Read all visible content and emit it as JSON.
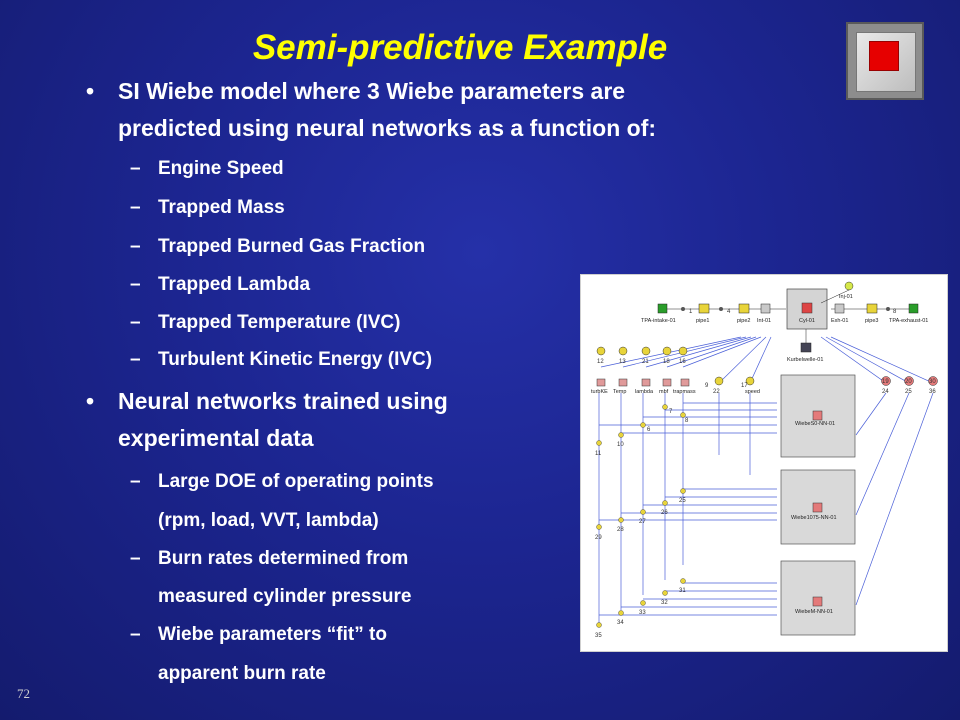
{
  "slide": {
    "title": "Semi-predictive Example",
    "page_number": "72",
    "bullets": [
      {
        "lines": [
          "SI Wiebe model where 3 Wiebe parameters are",
          "predicted using neural networks as a function of:"
        ],
        "subs": [
          [
            "Engine Speed"
          ],
          [
            "Trapped Mass"
          ],
          [
            "Trapped Burned Gas Fraction"
          ],
          [
            "Trapped Lambda"
          ],
          [
            "Trapped Temperature (IVC)"
          ],
          [
            "Turbulent Kinetic Energy (IVC)"
          ]
        ]
      },
      {
        "lines": [
          "Neural networks trained using",
          "experimental data"
        ],
        "subs": [
          [
            "Large DOE of operating points",
            "(rpm, load, VVT, lambda)"
          ],
          [
            "Burn rates determined from",
            "measured cylinder pressure"
          ],
          [
            "Wiebe parameters “fit” to",
            "apparent burn rate"
          ]
        ]
      }
    ],
    "dash": "–",
    "bullet_char": "•"
  },
  "diagram": {
    "top_row": [
      "TPA-intake-01",
      "pipe1",
      "pipe2",
      "Int-01",
      "Cyl-01",
      "Exh-01",
      "pipe3",
      "TPA-exhaust-01"
    ],
    "top_nums": [
      "1",
      "4",
      "8"
    ],
    "inj_label": "Inj-01",
    "crank_label": "Kurbelwelle-01",
    "sensor_labels": [
      "turbKE",
      "Temp",
      "lambda",
      "mbf",
      "trapmass",
      "speed"
    ],
    "sensor_nums_top": [
      "12",
      "13",
      "21",
      "18",
      "16"
    ],
    "mid_nums": [
      "9",
      "22",
      "17"
    ],
    "right_nums": [
      "19",
      "20",
      "30"
    ],
    "right_nums2": [
      "24",
      "25",
      "36"
    ],
    "nn_blocks": [
      "WiebeS0-NN-01",
      "Wiebe1075-NN-01",
      "WiebeM-NN-01"
    ],
    "left_nums": [
      "11",
      "10",
      "7",
      "6",
      "8",
      "29",
      "28",
      "27",
      "26",
      "25",
      "35",
      "34",
      "33",
      "32",
      "31"
    ]
  }
}
